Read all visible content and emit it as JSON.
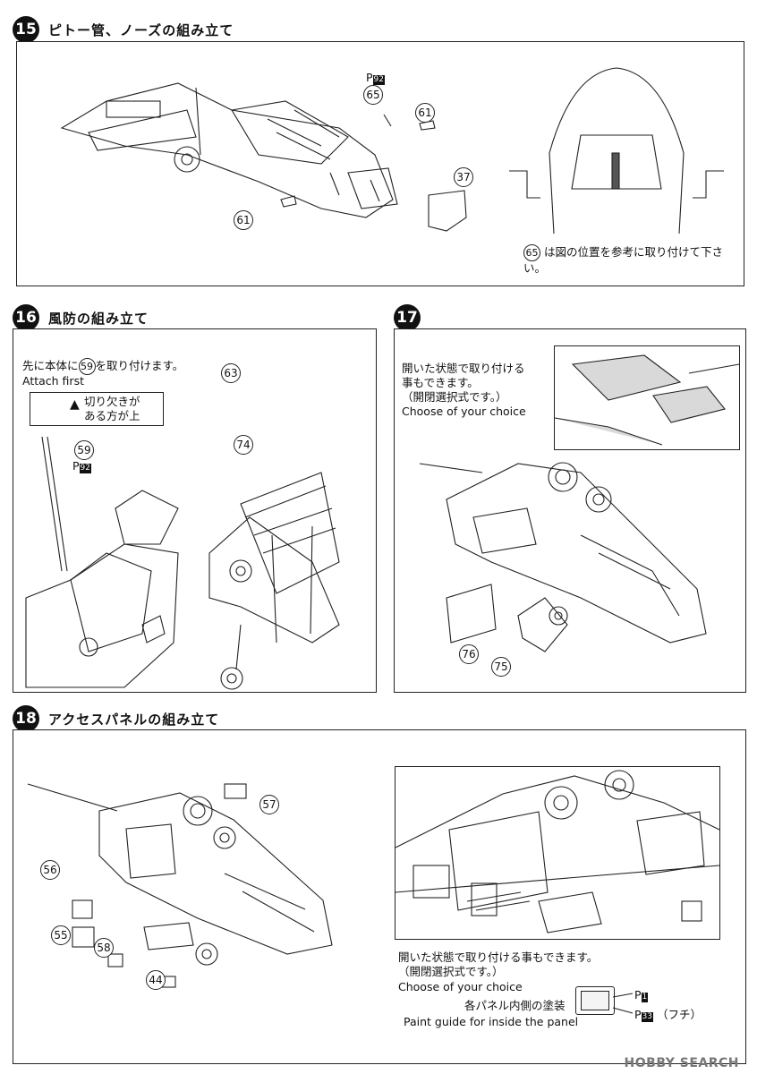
{
  "steps": [
    {
      "number": "15",
      "title": "ピトー管、ノーズの組み立て"
    },
    {
      "number": "16",
      "title": "風防の組み立て"
    },
    {
      "number": "17",
      "title": ""
    },
    {
      "number": "18",
      "title": "アクセスパネルの組み立て"
    }
  ],
  "step15": {
    "note_part": "65",
    "note": "は図の位置を参考に取り付けて下さい。",
    "callouts": {
      "p1": "65",
      "p2": "61",
      "p3": "37",
      "p4": "61"
    },
    "paint_ref": "92"
  },
  "step16": {
    "intro_pre": "先に本体に",
    "intro_part": "59",
    "intro_post": "を取り付けます。",
    "intro_en": "Attach first",
    "cut_note_1": "切り欠きが",
    "cut_note_2": "ある方が上",
    "callouts": {
      "a": "59",
      "b": "63",
      "c": "74"
    },
    "paint_ref": "92"
  },
  "step17": {
    "note_jp_1": "開いた状態で取り付ける",
    "note_jp_2": "事もできます。",
    "note_jp_3": "（開閉選択式です。）",
    "note_en": "Choose of your choice",
    "callouts": {
      "a": "76",
      "b": "75"
    }
  },
  "step18": {
    "note_jp_1": "開いた状態で取り付ける事もできます。",
    "note_jp_2": "（開閉選択式です。）",
    "note_en": "Choose of your choice",
    "paint_jp": "各パネル内側の塗装",
    "paint_en": "Paint guide for inside the panel",
    "paint_p1": "1",
    "paint_p2": "33",
    "paint_p2_note": "（フチ）",
    "callouts": {
      "a": "57",
      "b": "56",
      "c": "55",
      "d": "58",
      "e": "44"
    }
  },
  "watermark": "HOBBY SEARCH"
}
